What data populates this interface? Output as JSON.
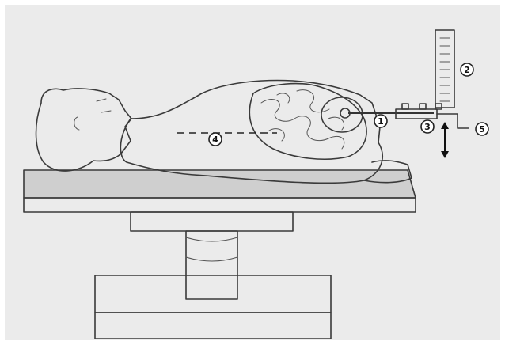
{
  "colors": {
    "paper": "#ebebeb",
    "pencil": "#3a3a3a",
    "shade": "#cfcfcf"
  },
  "callouts": [
    {
      "id": "c1",
      "label": "1"
    },
    {
      "id": "c2",
      "label": "2"
    },
    {
      "id": "c3",
      "label": "3"
    },
    {
      "id": "c4",
      "label": "4"
    },
    {
      "id": "c5",
      "label": "5"
    }
  ]
}
